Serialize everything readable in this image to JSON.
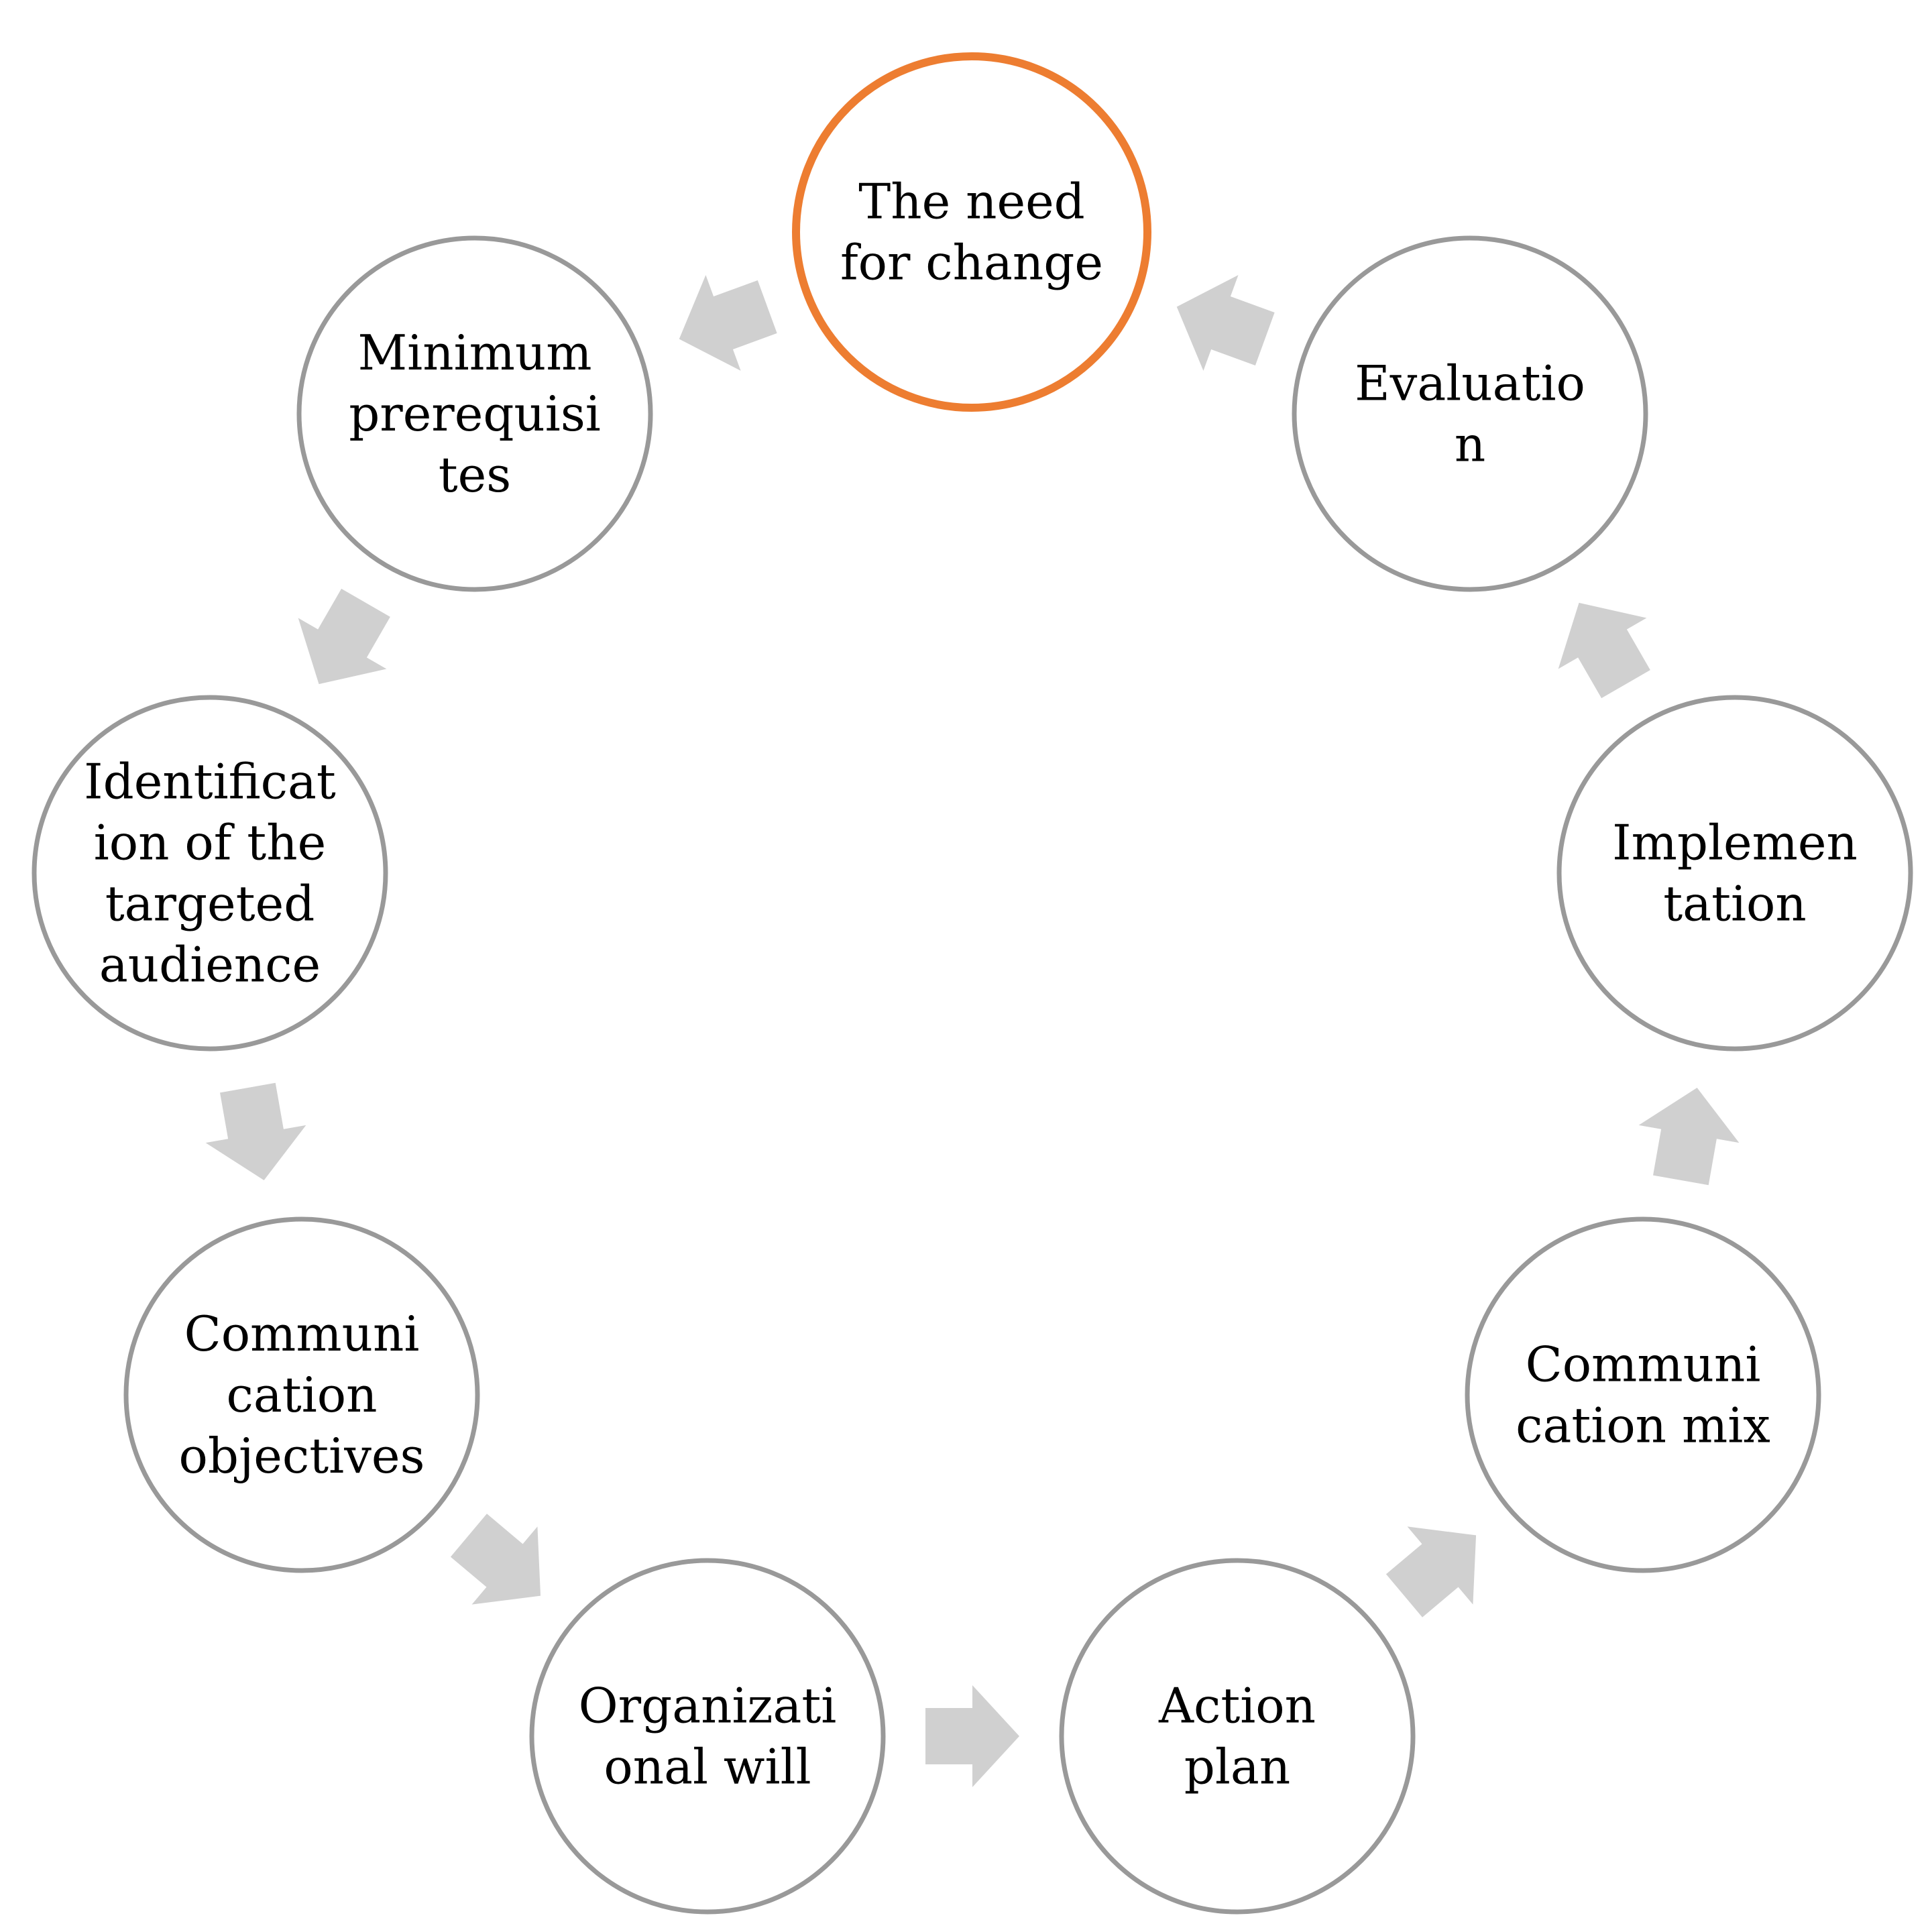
{
  "colors": {
    "background": "#ffffff",
    "highlight_stroke": "#ED7D31",
    "node_stroke": "#999999",
    "node_fill": "#ffffff",
    "arrow_fill": "#D0D0D0",
    "text": "#000000"
  },
  "diagram": {
    "layout": "cycle",
    "direction": "counter-clockwise",
    "nodes": [
      {
        "id": "need-for-change",
        "highlight": true,
        "lines": [
          "The need",
          "for change"
        ]
      },
      {
        "id": "minimum-prerequisites",
        "highlight": false,
        "lines": [
          "Minimum",
          "prerequisi",
          "tes"
        ]
      },
      {
        "id": "identification-targeted-audience",
        "highlight": false,
        "lines": [
          "Identificat",
          "ion of the",
          "targeted",
          "audience"
        ]
      },
      {
        "id": "communication-objectives",
        "highlight": false,
        "lines": [
          "Communi",
          "cation",
          "objectives"
        ]
      },
      {
        "id": "organizational-will",
        "highlight": false,
        "lines": [
          "Organizati",
          "onal will"
        ]
      },
      {
        "id": "action-plan",
        "highlight": false,
        "lines": [
          "Action",
          "plan"
        ]
      },
      {
        "id": "communication-mix",
        "highlight": false,
        "lines": [
          "Communi",
          "cation mix"
        ]
      },
      {
        "id": "implementation",
        "highlight": false,
        "lines": [
          "Implemen",
          "tation"
        ]
      },
      {
        "id": "evaluation",
        "highlight": false,
        "lines": [
          "Evaluatio",
          "n"
        ]
      }
    ],
    "arrows": [
      {
        "from": "need-for-change",
        "to": "minimum-prerequisites"
      },
      {
        "from": "minimum-prerequisites",
        "to": "identification-targeted-audience"
      },
      {
        "from": "identification-targeted-audience",
        "to": "communication-objectives"
      },
      {
        "from": "communication-objectives",
        "to": "organizational-will"
      },
      {
        "from": "organizational-will",
        "to": "action-plan"
      },
      {
        "from": "action-plan",
        "to": "communication-mix"
      },
      {
        "from": "communication-mix",
        "to": "implementation"
      },
      {
        "from": "implementation",
        "to": "evaluation"
      },
      {
        "from": "evaluation",
        "to": "need-for-change"
      }
    ]
  }
}
